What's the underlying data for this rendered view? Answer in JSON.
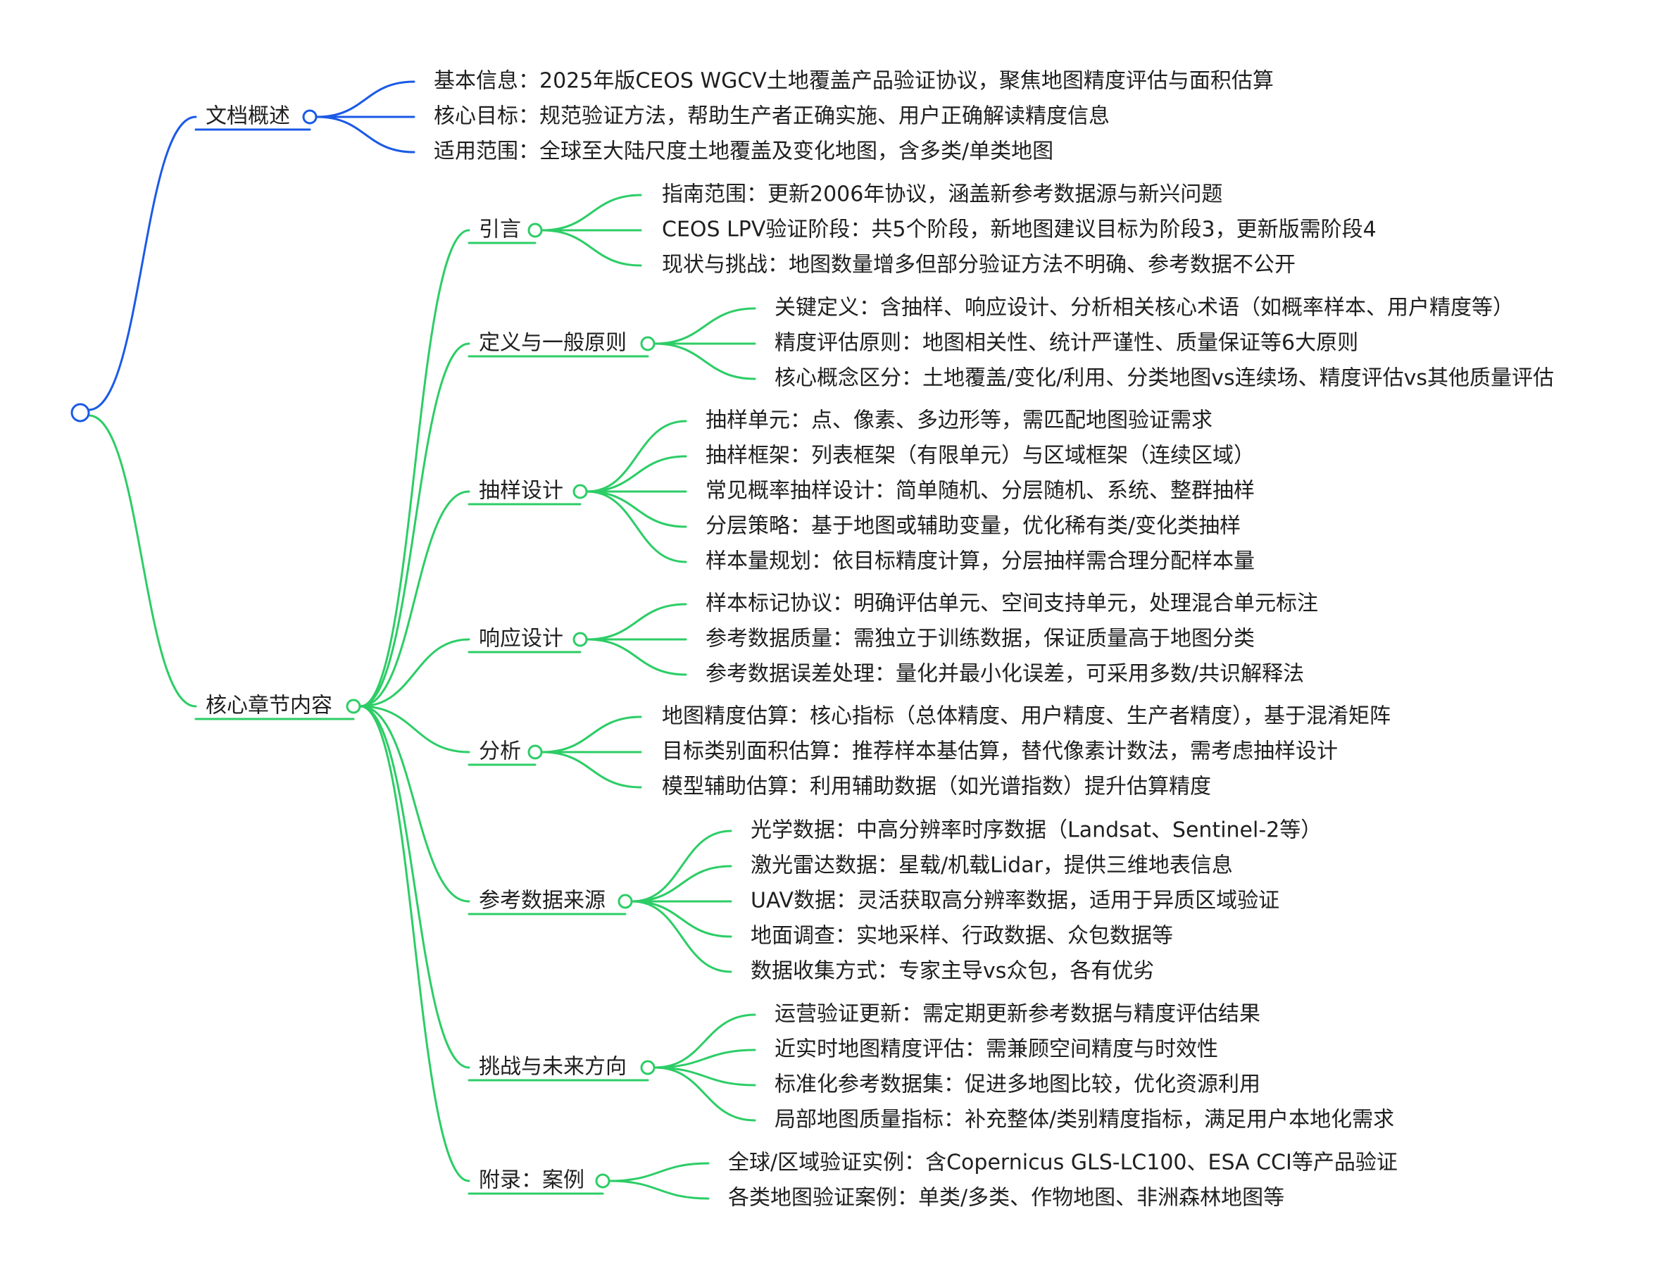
{
  "colors": {
    "blue_branch": "#1a5ae6",
    "green_branch": "#2ccd66",
    "text": "#1f1f1f",
    "background": "#ffffff"
  },
  "mindmap": {
    "root_label": "",
    "branches": [
      {
        "label": "文档概述",
        "color_key": "blue_branch",
        "items": [
          "基本信息：2025年版CEOS WGCV土地覆盖产品验证协议，聚焦地图精度评估与面积估算",
          "核心目标：规范验证方法，帮助生产者正确实施、用户正确解读精度信息",
          "适用范围：全球至大陆尺度土地覆盖及变化地图，含多类/单类地图"
        ]
      },
      {
        "label": "核心章节内容",
        "color_key": "green_branch",
        "sections": [
          {
            "label": "引言",
            "items": [
              "指南范围：更新2006年协议，涵盖新参考数据源与新兴问题",
              "CEOS LPV验证阶段：共5个阶段，新地图建议目标为阶段3，更新版需阶段4",
              "现状与挑战：地图数量增多但部分验证方法不明确、参考数据不公开"
            ]
          },
          {
            "label": "定义与一般原则",
            "items": [
              "关键定义：含抽样、响应设计、分析相关核心术语（如概率样本、用户精度等）",
              "精度评估原则：地图相关性、统计严谨性、质量保证等6大原则",
              "核心概念区分：土地覆盖/变化/利用、分类地图vs连续场、精度评估vs其他质量评估"
            ]
          },
          {
            "label": "抽样设计",
            "items": [
              "抽样单元：点、像素、多边形等，需匹配地图验证需求",
              "抽样框架：列表框架（有限单元）与区域框架（连续区域）",
              "常见概率抽样设计：简单随机、分层随机、系统、整群抽样",
              "分层策略：基于地图或辅助变量，优化稀有类/变化类抽样",
              "样本量规划：依目标精度计算，分层抽样需合理分配样本量"
            ]
          },
          {
            "label": "响应设计",
            "items": [
              "样本标记协议：明确评估单元、空间支持单元，处理混合单元标注",
              "参考数据质量：需独立于训练数据，保证质量高于地图分类",
              "参考数据误差处理：量化并最小化误差，可采用多数/共识解释法"
            ]
          },
          {
            "label": "分析",
            "items": [
              "地图精度估算：核心指标（总体精度、用户精度、生产者精度），基于混淆矩阵",
              "目标类别面积估算：推荐样本基估算，替代像素计数法，需考虑抽样设计",
              "模型辅助估算：利用辅助数据（如光谱指数）提升估算精度"
            ]
          },
          {
            "label": "参考数据来源",
            "items": [
              "光学数据：中高分辨率时序数据（Landsat、Sentinel-2等）",
              "激光雷达数据：星载/机载Lidar，提供三维地表信息",
              "UAV数据：灵活获取高分辨率数据，适用于异质区域验证",
              "地面调查：实地采样、行政数据、众包数据等",
              "数据收集方式：专家主导vs众包，各有优劣"
            ]
          },
          {
            "label": "挑战与未来方向",
            "items": [
              "运营验证更新：需定期更新参考数据与精度评估结果",
              "近实时地图精度评估：需兼顾空间精度与时效性",
              "标准化参考数据集：促进多地图比较，优化资源利用",
              "局部地图质量指标：补充整体/类别精度指标，满足用户本地化需求"
            ]
          },
          {
            "label": "附录：案例",
            "items": [
              "全球/区域验证实例：含Copernicus GLS-LC100、ESA CCI等产品验证",
              "各类地图验证案例：单类/多类、作物地图、非洲森林地图等"
            ]
          }
        ]
      }
    ]
  }
}
